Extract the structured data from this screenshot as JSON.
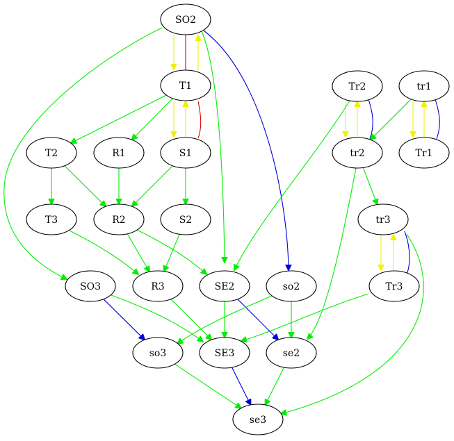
{
  "colors": {
    "green": "#00ee00",
    "yellow": "#f0f000",
    "red": "#dd0000",
    "blue": "#0000dd"
  },
  "nodes": [
    {
      "id": "SO2",
      "label": "SO2"
    },
    {
      "id": "T1",
      "label": "T1"
    },
    {
      "id": "Tr2",
      "label": "Tr2"
    },
    {
      "id": "tr1",
      "label": "tr1"
    },
    {
      "id": "T2",
      "label": "T2"
    },
    {
      "id": "R1",
      "label": "R1"
    },
    {
      "id": "S1",
      "label": "S1"
    },
    {
      "id": "tr2",
      "label": "tr2"
    },
    {
      "id": "Tr1",
      "label": "Tr1"
    },
    {
      "id": "T3",
      "label": "T3"
    },
    {
      "id": "R2",
      "label": "R2"
    },
    {
      "id": "S2",
      "label": "S2"
    },
    {
      "id": "tr3",
      "label": "tr3"
    },
    {
      "id": "SO3",
      "label": "SO3"
    },
    {
      "id": "R3",
      "label": "R3"
    },
    {
      "id": "SE2",
      "label": "SE2"
    },
    {
      "id": "so2",
      "label": "so2"
    },
    {
      "id": "Tr3",
      "label": "Tr3"
    },
    {
      "id": "so3",
      "label": "so3"
    },
    {
      "id": "SE3",
      "label": "SE3"
    },
    {
      "id": "se2",
      "label": "se2"
    },
    {
      "id": "se3",
      "label": "se3"
    }
  ],
  "edges": [
    {
      "from": "SO2",
      "to": "T1",
      "color": "yellow",
      "arrow": true
    },
    {
      "from": "T1",
      "to": "SO2",
      "color": "yellow",
      "arrow": true
    },
    {
      "from": "SO2",
      "to": "T1",
      "color": "red",
      "arrow": false
    },
    {
      "from": "SO2",
      "to": "SE2",
      "color": "green",
      "arrow": true
    },
    {
      "from": "SO2",
      "to": "so2",
      "color": "blue",
      "arrow": true
    },
    {
      "from": "SO2",
      "to": "SO3",
      "color": "green",
      "arrow": true
    },
    {
      "from": "T1",
      "to": "T2",
      "color": "green",
      "arrow": true
    },
    {
      "from": "T1",
      "to": "R1",
      "color": "green",
      "arrow": true
    },
    {
      "from": "T1",
      "to": "S1",
      "color": "yellow",
      "arrow": true
    },
    {
      "from": "S1",
      "to": "T1",
      "color": "yellow",
      "arrow": true
    },
    {
      "from": "T1",
      "to": "S1",
      "color": "red",
      "arrow": false
    },
    {
      "from": "T2",
      "to": "T3",
      "color": "green",
      "arrow": true
    },
    {
      "from": "T2",
      "to": "R2",
      "color": "green",
      "arrow": true
    },
    {
      "from": "R1",
      "to": "R2",
      "color": "green",
      "arrow": true
    },
    {
      "from": "S1",
      "to": "R2",
      "color": "green",
      "arrow": true
    },
    {
      "from": "S1",
      "to": "S2",
      "color": "green",
      "arrow": true
    },
    {
      "from": "T3",
      "to": "R3",
      "color": "green",
      "arrow": true
    },
    {
      "from": "R2",
      "to": "R3",
      "color": "green",
      "arrow": true
    },
    {
      "from": "R2",
      "to": "SE2",
      "color": "green",
      "arrow": true
    },
    {
      "from": "S2",
      "to": "R3",
      "color": "green",
      "arrow": true
    },
    {
      "from": "Tr2",
      "to": "tr2",
      "color": "yellow",
      "arrow": true
    },
    {
      "from": "tr2",
      "to": "Tr2",
      "color": "yellow",
      "arrow": true
    },
    {
      "from": "Tr2",
      "to": "tr2",
      "color": "blue",
      "arrow": false
    },
    {
      "from": "Tr2",
      "to": "SE2",
      "color": "green",
      "arrow": true
    },
    {
      "from": "tr1",
      "to": "tr2",
      "color": "green",
      "arrow": true
    },
    {
      "from": "tr1",
      "to": "Tr1",
      "color": "yellow",
      "arrow": true
    },
    {
      "from": "Tr1",
      "to": "tr1",
      "color": "yellow",
      "arrow": true
    },
    {
      "from": "tr1",
      "to": "Tr1",
      "color": "blue",
      "arrow": false
    },
    {
      "from": "tr2",
      "to": "tr3",
      "color": "green",
      "arrow": true
    },
    {
      "from": "tr2",
      "to": "se2",
      "color": "green",
      "arrow": true
    },
    {
      "from": "tr3",
      "to": "Tr3",
      "color": "yellow",
      "arrow": true
    },
    {
      "from": "Tr3",
      "to": "tr3",
      "color": "yellow",
      "arrow": true
    },
    {
      "from": "tr3",
      "to": "Tr3",
      "color": "blue",
      "arrow": false
    },
    {
      "from": "tr3",
      "to": "se3",
      "color": "green",
      "arrow": true
    },
    {
      "from": "Tr3",
      "to": "SE3",
      "color": "green",
      "arrow": true
    },
    {
      "from": "SO3",
      "to": "so3",
      "color": "blue",
      "arrow": true
    },
    {
      "from": "SO3",
      "to": "SE3",
      "color": "green",
      "arrow": true
    },
    {
      "from": "R3",
      "to": "SE3",
      "color": "green",
      "arrow": true
    },
    {
      "from": "SE2",
      "to": "SE3",
      "color": "green",
      "arrow": true
    },
    {
      "from": "SE2",
      "to": "se2",
      "color": "blue",
      "arrow": true
    },
    {
      "from": "so2",
      "to": "so3",
      "color": "green",
      "arrow": true
    },
    {
      "from": "so2",
      "to": "se2",
      "color": "green",
      "arrow": true
    },
    {
      "from": "so3",
      "to": "se3",
      "color": "green",
      "arrow": true
    },
    {
      "from": "SE3",
      "to": "se3",
      "color": "blue",
      "arrow": true
    },
    {
      "from": "se2",
      "to": "se3",
      "color": "green",
      "arrow": true
    }
  ]
}
